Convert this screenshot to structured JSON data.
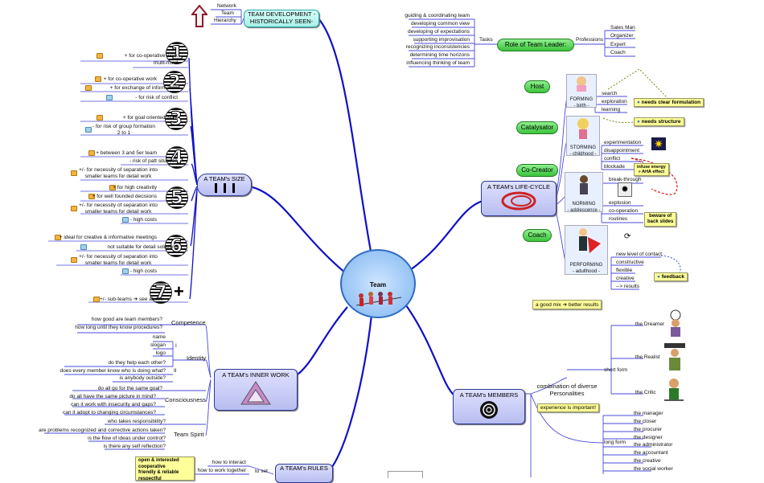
{
  "center": {
    "label": "Team"
  },
  "history": {
    "title": "TEAM DEVELOPMENT -HISTORICALLY SEEN-",
    "items": [
      "Network",
      "Team",
      "Hierarchy"
    ]
  },
  "leader": {
    "title": "Role of Team Leader:",
    "tasks_label": "Tasks",
    "tasks": [
      "guiding & coordinating team",
      "developing common view",
      "developing of expectations",
      "supporting improvisation",
      "recognizing inconsistencies",
      "determining time horizons",
      "influencing thinking of team"
    ],
    "professions_label": "Professions",
    "professions": [
      "Sales Man",
      "Organizer",
      "Expert",
      "Coach"
    ]
  },
  "size": {
    "title": "A TEAM's SIZE",
    "n1": [
      "+ for co-operative work",
      "multi-mind"
    ],
    "n2": [
      "+ for co-operative work",
      "+ for exchange of information",
      "- for risk of conflict"
    ],
    "n3": [
      "+ for goal oriented work",
      "- for risk of group formation 2 to 1"
    ],
    "n4": [
      "+ between 3 and 5er team",
      "- risk of patt situation",
      "+/- for necessity of separation into smaller teams for detail work"
    ],
    "n5": [
      "+ for high creativity",
      "+ for well founded decisions",
      "+/- for necessity of separation into smaller teams for detail work",
      "- high costs"
    ],
    "n6": [
      "+ ideal for creative & informative meetings",
      "not suitable for detail solutions",
      "+/- for necessity of separation into smaller teams for detail work",
      "- high costs"
    ],
    "n7": [
      "+/- sub-teams ➔ see above"
    ],
    "numbers": [
      "1",
      "2",
      "3",
      "4",
      "5",
      "6",
      "7"
    ],
    "plus": "+"
  },
  "inner": {
    "title": "A TEAM's INNER WORK",
    "competence": {
      "label": "Competence",
      "items": [
        "how good are team members?",
        "how long until they know procedures?"
      ]
    },
    "identity": {
      "label": "Identity",
      "roman1": "I",
      "roman2": "II",
      "items1": [
        "name",
        "slogan",
        "logo"
      ],
      "items2": [
        "do they help each other?",
        "does every member know who is doing what?",
        "is anybody outside?"
      ]
    },
    "consciousness": {
      "label": "Consciousness",
      "items": [
        "do all go for the same goal?",
        "do all have the same picture in mind?",
        "can it work with insecurity and gaps?",
        "can it adopt to changing circumstances?"
      ]
    },
    "spirit": {
      "label": "Team Spirit",
      "items": [
        "who takes responsibility?",
        "are problems recognized and corrective actions taken?",
        "is the flow of ideas under control?",
        "is there any self reflection?"
      ]
    }
  },
  "rules": {
    "title": "A TEAM's RULES",
    "to_set": "to set",
    "items": [
      "how to interact",
      "how to work together"
    ],
    "note": [
      "open & interested",
      "cooperative",
      "friendly & reliable",
      "respectful"
    ]
  },
  "lifecycle": {
    "title": "A TEAM's LIFE-CYCLE",
    "roles": [
      "Host",
      "Catalysator",
      "Co-Creator",
      "Coach"
    ],
    "stages": [
      {
        "name": "FORMING",
        "sub": "- birth -",
        "items": [
          "search",
          "exploration",
          "learning"
        ]
      },
      {
        "name": "STORMING",
        "sub": "- childhood -",
        "items": [
          "experimentation",
          "disappointment",
          "conflict",
          "blockade"
        ]
      },
      {
        "name": "NORMING",
        "sub": "- adolescence -",
        "items": [
          "break-through",
          "explosion",
          "co-operation",
          "routines"
        ]
      },
      {
        "name": "PERFORMING",
        "sub": "- adulthood -",
        "items": [
          "new level of contact",
          "constructive",
          "flexible",
          "creative",
          "--> results"
        ]
      }
    ],
    "notes": [
      "needs clear formulation",
      "needs structure",
      "infuse energy",
      "» AHA effect",
      "beware of",
      "back slides",
      "feedback"
    ]
  },
  "members": {
    "title": "A TEAM's MEMBERS",
    "combo": "combination of diverse Personalities",
    "note_top": "a good mix ➔ better results",
    "note_bottom": "experience is important!",
    "short_label": "short form",
    "short": [
      "the Dreamer",
      "the Realist",
      "the Critic"
    ],
    "long_label": "long form",
    "long": [
      "the manager",
      "the closer",
      "the procurer",
      "the designer",
      "the administrator",
      "the accountant",
      "the creative",
      "the social worker"
    ]
  }
}
